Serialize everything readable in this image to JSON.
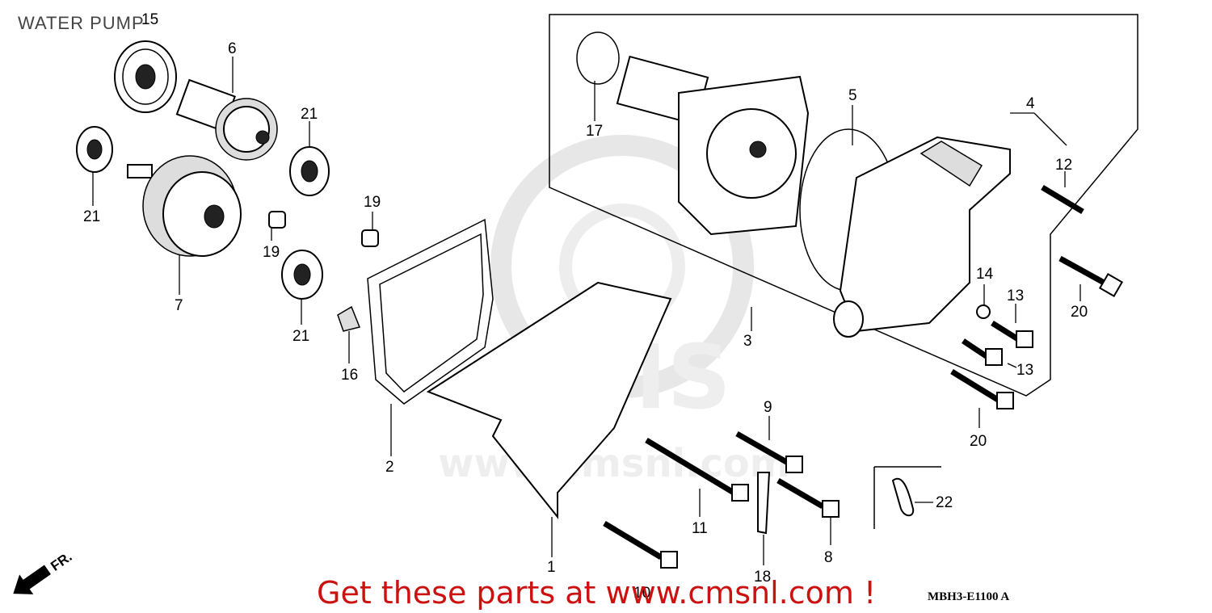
{
  "header": {
    "title": "WATER PUMP"
  },
  "watermark": {
    "text": "www.cmsnl.com"
  },
  "footer": {
    "promo": "Get these parts at www.cmsnl.com !",
    "diagram_code": "MBH3-E1100  A"
  },
  "direction_label": "FR.",
  "callouts": {
    "c1": "1",
    "c2": "2",
    "c3": "3",
    "c4": "4",
    "c5": "5",
    "c6": "6",
    "c7": "7",
    "c8": "8",
    "c9": "9",
    "c10": "10",
    "c11": "11",
    "c12": "12",
    "c13a": "13",
    "c13b": "13",
    "c14": "14",
    "c15": "15",
    "c16": "16",
    "c17": "17",
    "c18": "18",
    "c19a": "19",
    "c19b": "19",
    "c20a": "20",
    "c20b": "20",
    "c21a": "21",
    "c21b": "21",
    "c21c": "21",
    "c22": "22"
  },
  "colors": {
    "promo": "#cc1111",
    "line": "#000000",
    "watermark": "#d8d8d8"
  }
}
